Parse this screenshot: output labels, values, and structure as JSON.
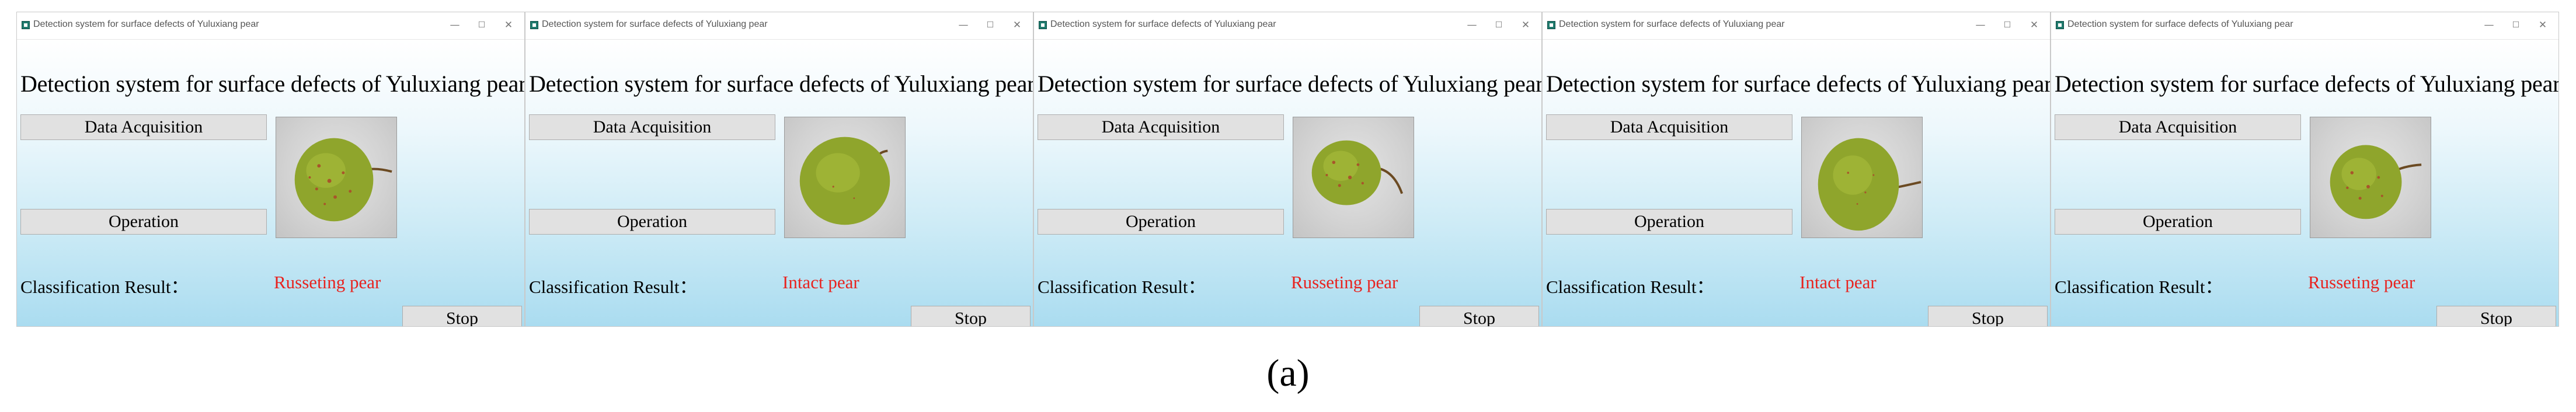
{
  "colors": {
    "result_text": "#e8231f",
    "button_face": "#e1e1e1",
    "background_top": "#ffffff",
    "background_bottom": "#aadcf0",
    "pear_skin": "#8fa52c",
    "pear_spots": "#a8552a"
  },
  "icons": {
    "app": "application-icon",
    "minimize": "minimize-icon",
    "maximize": "maximize-icon",
    "close": "close-icon"
  },
  "windows": [
    {
      "window_title": "Detection system for surface defects of Yuluxiang pear",
      "heading": "Detection system for surface defects of Yuluxiang pear",
      "acquire_label": "Data Acquisition",
      "operation_label": "Operation",
      "result_label": "Classification Result：",
      "result_value": "Russeting pear",
      "stop_label": "Stop"
    },
    {
      "window_title": "Detection system for surface defects of Yuluxiang pear",
      "heading": "Detection system for surface defects of Yuluxiang pear",
      "acquire_label": "Data Acquisition",
      "operation_label": "Operation",
      "result_label": "Classification Result：",
      "result_value": "Intact pear",
      "stop_label": "Stop"
    },
    {
      "window_title": "Detection system for surface defects of Yuluxiang pear",
      "heading": "Detection system for surface defects of Yuluxiang pear",
      "acquire_label": "Data Acquisition",
      "operation_label": "Operation",
      "result_label": "Classification Result：",
      "result_value": "Russeting pear",
      "stop_label": "Stop"
    },
    {
      "window_title": "Detection system for surface defects of Yuluxiang pear",
      "heading": "Detection system for surface defects of Yuluxiang pear",
      "acquire_label": "Data Acquisition",
      "operation_label": "Operation",
      "result_label": "Classification Result：",
      "result_value": "Intact pear",
      "stop_label": "Stop"
    },
    {
      "window_title": "Detection system for surface defects of Yuluxiang pear",
      "heading": "Detection system for surface defects of Yuluxiang pear",
      "acquire_label": "Data Acquisition",
      "operation_label": "Operation",
      "result_label": "Classification Result：",
      "result_value": "Russeting pear",
      "stop_label": "Stop"
    }
  ],
  "caption": "(a)"
}
